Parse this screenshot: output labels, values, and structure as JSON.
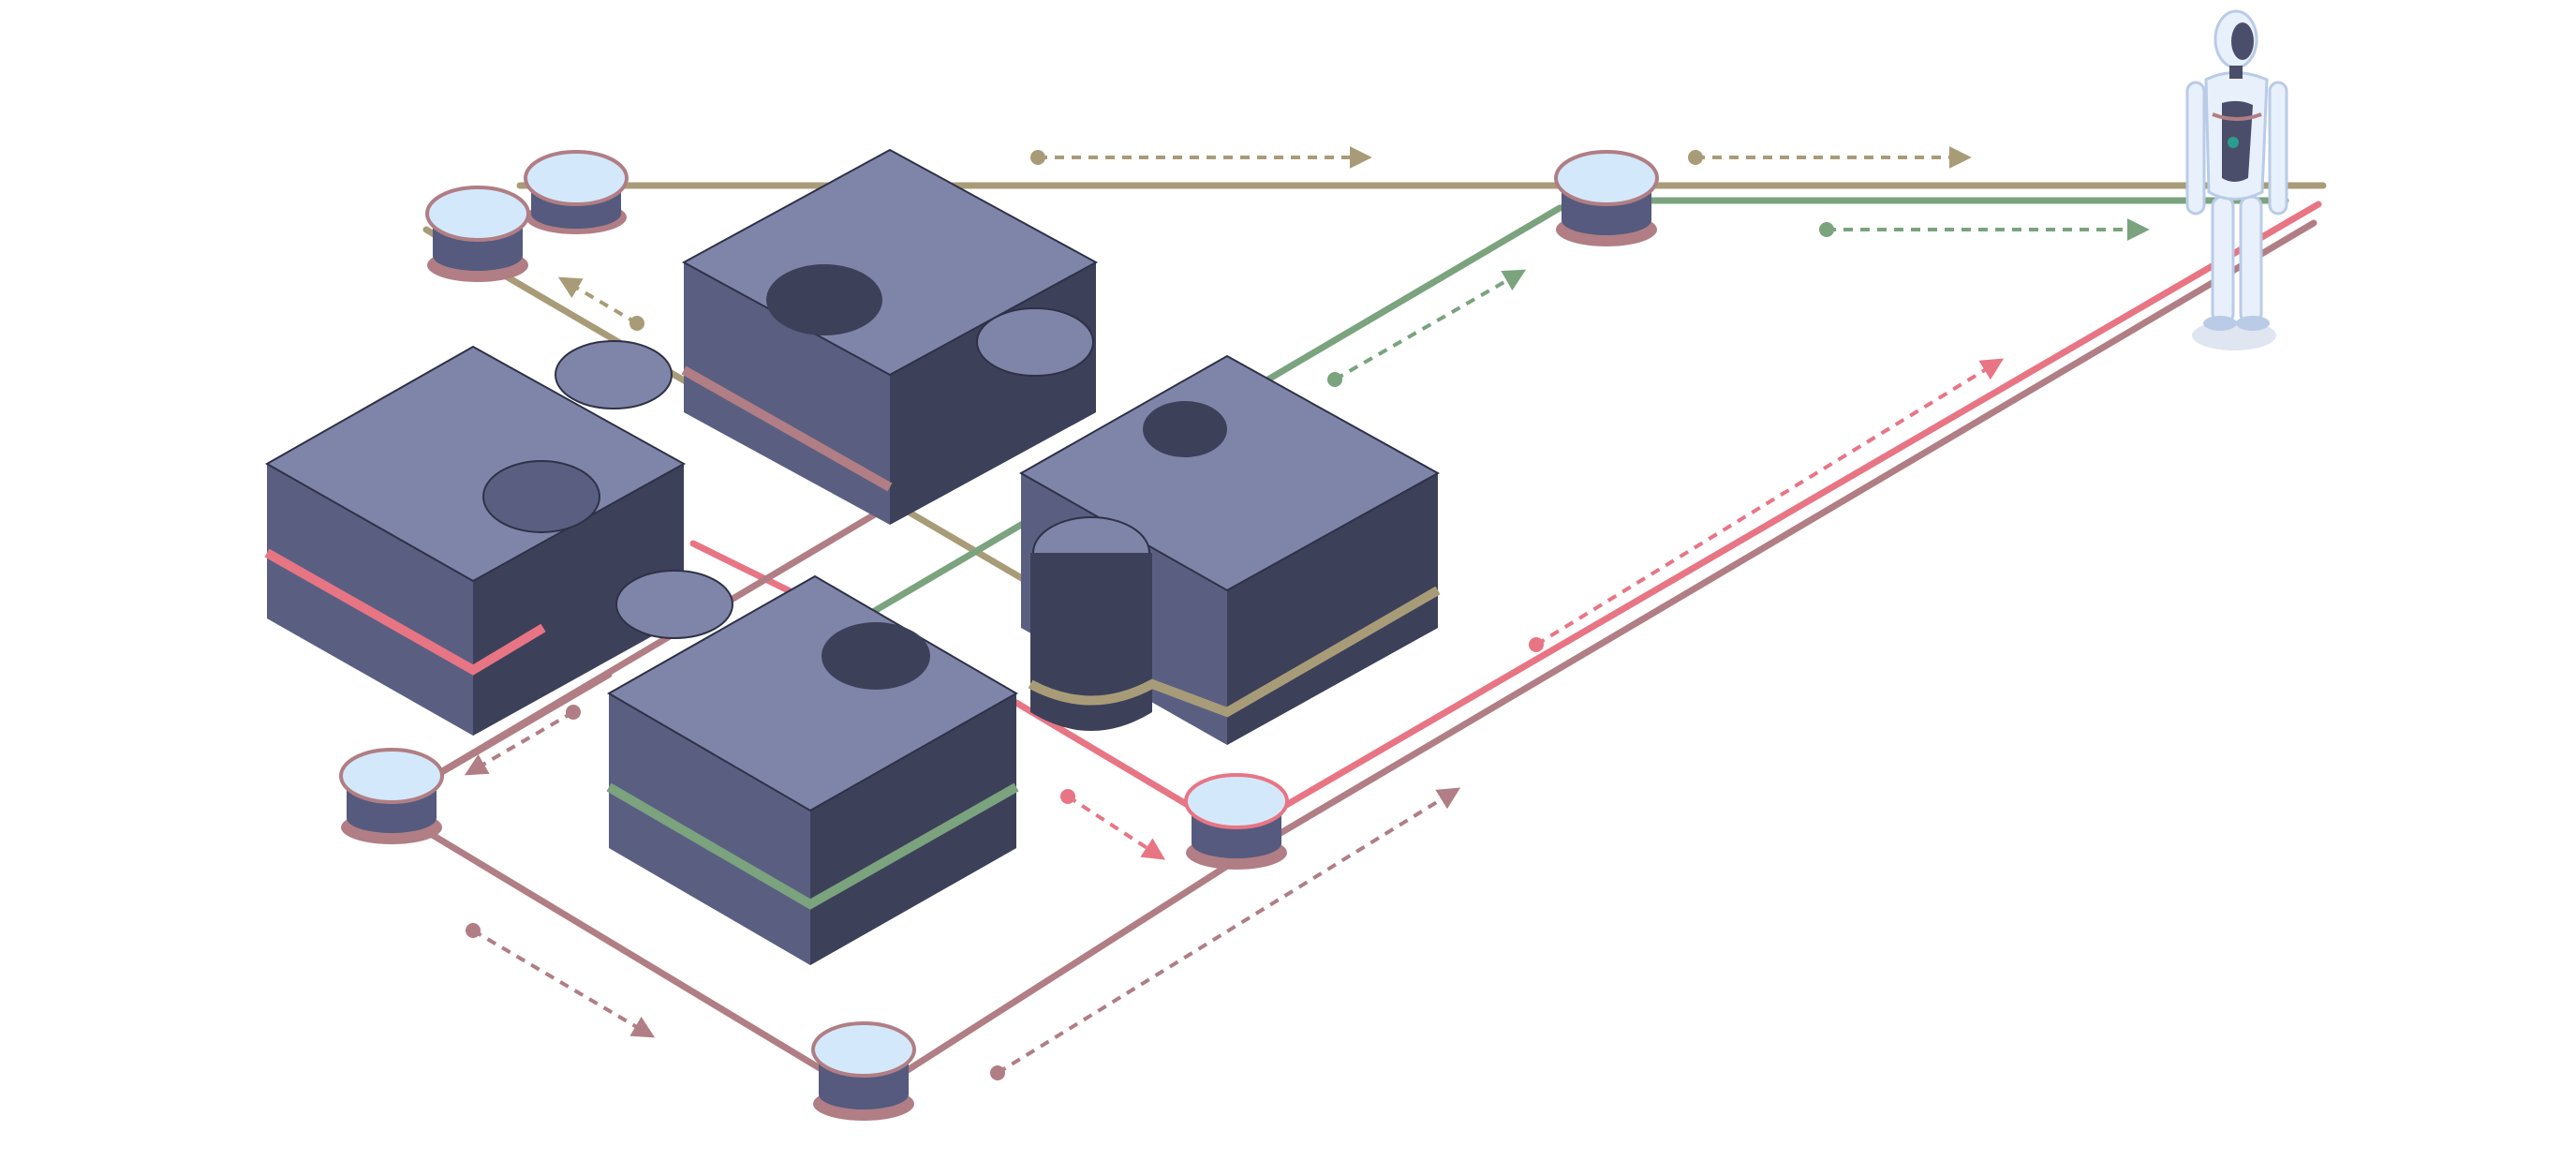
{
  "illustration": {
    "colors": {
      "background": "#ffffff",
      "puzzle_top": "#7f85a8",
      "puzzle_side_light": "#5a5f82",
      "puzzle_side_dark": "#3d4059",
      "puzzle_edge": "#2e3147",
      "line_gold": "#a89c78",
      "line_green": "#7aa37e",
      "line_pink": "#e87584",
      "line_mauve": "#b07e84",
      "node_top": "#d3e9fb",
      "node_ring": "#b07e84",
      "node_body": "#555a7e",
      "robot_body": "#e8f0fb",
      "robot_shade": "#b9cbe6",
      "robot_dark": "#4a4e6a",
      "robot_accent": "#2a9d8f"
    },
    "icons": [
      "puzzle-piece-icon",
      "database-node-icon",
      "robot-icon",
      "arrow-icon"
    ],
    "counts": {
      "puzzle_pieces": 4,
      "data_nodes": 6,
      "robots": 1
    }
  }
}
